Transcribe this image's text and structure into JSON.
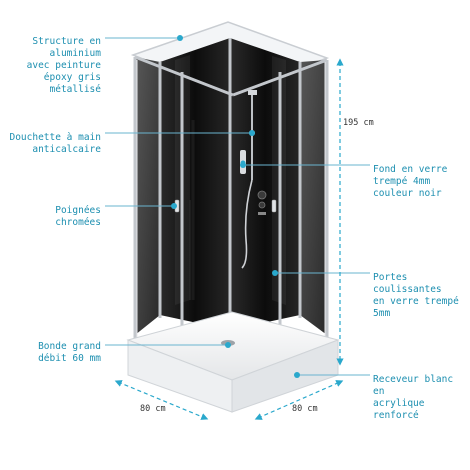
{
  "colors": {
    "label": "#1d8fb0",
    "text": "#333333",
    "arrow": "#2aa8cc"
  },
  "labels": {
    "structure": "Structure en\naluminium\navec peinture\népoxy gris\nmétallisé",
    "douchette": "Douchette à main\nanticalcaire",
    "poignees": "Poignées\nchromées",
    "bonde": "Bonde grand\ndébit 60 mm",
    "fond": "Fond en verre\ntrempé 4mm\ncouleur noir",
    "portes": "Portes coulissantes\nen verre trempé\n5mm",
    "receveur": "Receveur blanc en\nacrylique renforcé"
  },
  "dimensions": {
    "height": "195 cm",
    "width_left": "80 cm",
    "width_right": "80 cm"
  }
}
